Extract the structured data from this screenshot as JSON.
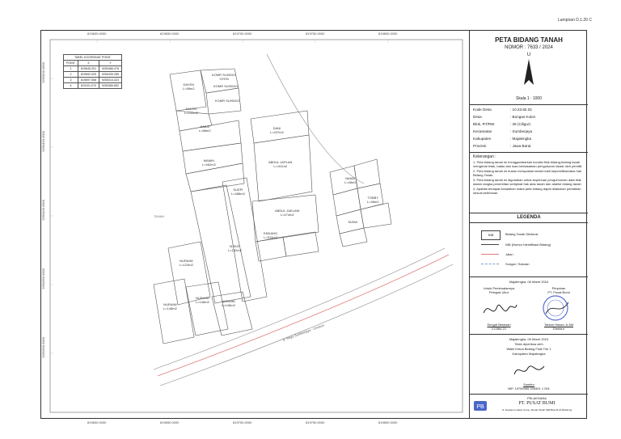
{
  "header": {
    "sheet_label": "Lampiran D.1.20 C"
  },
  "map": {
    "top_coords": [
      "819600.0000",
      "819650.0000",
      "819700.0000",
      "819750.0000",
      "819800.0000"
    ],
    "bottom_coords": [
      "819600.0000",
      "819650.0000",
      "819700.0000",
      "819750.0000",
      "819800.0000"
    ],
    "left_coords": [
      "9250500.0000",
      "9250450.0000",
      "9250400.0000",
      "9250350.0000",
      "9250300.0000"
    ],
    "coord_table": {
      "title": "TABEL KOORDINAT POINT",
      "headers": [
        "POINT",
        "X",
        "Y"
      ],
      "rows": [
        [
          "1",
          "819645.201",
          "9250485.478"
        ],
        [
          "2",
          "819692.025",
          "9250439.285"
        ],
        [
          "3",
          "819697.558",
          "9250414.423"
        ],
        [
          "4",
          "819101.070",
          "9250389.852"
        ]
      ]
    },
    "parcel_labels": [
      "DAYEN\nL=98m2",
      "KOMR SUHDKO\nOYEN",
      "KOMR SUHDKO",
      "KOMR SUHDKO",
      "SALTIN\nL=242m2",
      "KAILA\nL=88m2",
      "DANI\nL=437m2",
      "MAMIH\nL=462m2",
      "ABDUL JAPLAN\nL=151m2",
      "SUEPI\nL=488m2",
      "ABDUL JAELANI\nL=474m2",
      "ENDANG\nL=512m2",
      "NURAINI\nL=123m2",
      "NURAINI\nL=148m2",
      "M SUP\nL=152m2",
      "NURAINI\nL=148m2",
      "NURAINI\nL=148m2",
      "NANDI\nL=48m2",
      "TOBBY\nL=48m2",
      "TASMI"
    ],
    "road_label": "Jl. Raya Sumberjaya - Cirebon",
    "area_label_left": "TANAH"
  },
  "panel": {
    "title": "PETA BIDANG TANAH",
    "number": "NOMOR : 7633 / 2024",
    "north": "U",
    "scale": "Skala 1 : 1000",
    "info": [
      {
        "label": "Kode Desa",
        "value": ": 10.23.82.02"
      },
      {
        "label": "Desa",
        "value": ": Bongas Kulon"
      },
      {
        "label": "Blok, RT/RW",
        "value": ": 36 (Ciligur)"
      },
      {
        "label": "Kecamatan",
        "value": ": Sumberjaya"
      },
      {
        "label": "Kabupaten",
        "value": ": Majalengka"
      },
      {
        "label": "Provinsi",
        "value": ": Jawa Barat"
      }
    ],
    "notes_title": "Keterangan :",
    "notes": [
      "1. Peta bidang tanah ini menggambarkan kondisi fisik bidang-bidang tanah mengenai letak, batas dan luas berdasarkan pengukuran lokasi oleh pemilik tanah atau yang dikuasakan.",
      "2. Peta bidang tanah ini bukan merupakan tanda bukti kepemilikan/alas hak Bidang Tanah.",
      "3. Peta bidang tanah ini digunakan untuk keperluan pengumuman data fisik dalam rangka penerbitan sertipikat hak atas tanah dan alat/ke bidang tanah tersebut.",
      "4. Apabila terdapat kesalahan maka peta bidang dapat dilakukan perbaikan sesuai ketentuan."
    ],
    "legend_title": "LEGENDA",
    "legend": [
      {
        "sym": "NIB",
        "text": "Bidang Tanah Diinklusi"
      },
      {
        "sym": "",
        "text": "NIB (Nomor Identifikasi Bidang)"
      },
      {
        "sym": "",
        "text": "Jalan"
      },
      {
        "sym": "",
        "text": "Sungai / Saluran"
      }
    ],
    "sign1": {
      "place_date": "Majalengka, 06 Maret 2024",
      "left_role": "Untuk Pembuatannya\nPetugas Ukur",
      "left_name": "Sengat Belawan",
      "left_id": "2-0384-21",
      "right_role": "Pimpinan\nPT. Pusat Bumi",
      "right_name": "Tantan Hasan, A.Md",
      "right_title": "Direktur"
    },
    "sign2": {
      "place_date": "Majalengka, 06 Maret 2024",
      "line1": "Telah diperiksa oleh",
      "line2": "Wakil Ketua Bidang Fisik Tim 1",
      "line3": "Kabupaten Majalengka",
      "name": "Sumitro",
      "nip": "NIP. 19700905 200501 1 001"
    },
    "footer": {
      "line1": "PELAKSANA",
      "line2": "PT. PUSAT BUMI",
      "line3": "Jl. Soekarno Hatta, Komp. Merah Tanah Mall Blok B-21 Bandung"
    }
  }
}
